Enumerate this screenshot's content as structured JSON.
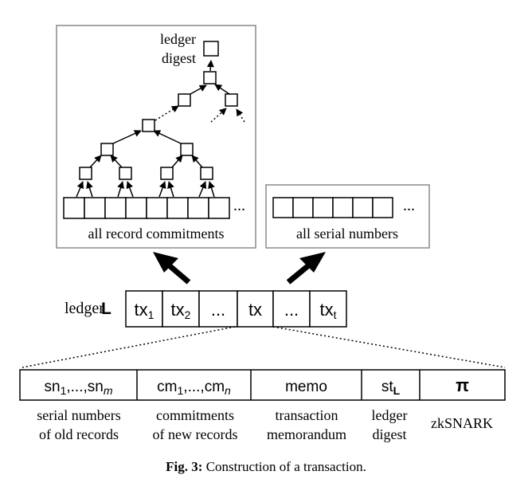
{
  "commitments_panel": {
    "digest_label_line1": "ledger",
    "digest_label_line2": "digest",
    "cells_ellipsis": "...",
    "caption": "all record commitments"
  },
  "serials_panel": {
    "cells_ellipsis": "...",
    "caption": "all serial numbers"
  },
  "ledger": {
    "label": "ledger",
    "symbol": "L",
    "cells": [
      {
        "main": "tx",
        "sub": "1"
      },
      {
        "main": "tx",
        "sub": "2"
      },
      {
        "main": "...",
        "sub": ""
      },
      {
        "main": "tx",
        "sub": ""
      },
      {
        "main": "...",
        "sub": ""
      },
      {
        "main": "tx",
        "sub": "t"
      }
    ]
  },
  "transaction": {
    "fields": [
      {
        "main": "sn",
        "sub1": "1",
        "mid": ",...,sn",
        "sub2": "m",
        "italic_sub2": true
      },
      {
        "main": "cm",
        "sub1": "1",
        "mid": ",...,cm",
        "sub2": "n",
        "italic_sub2": true
      },
      {
        "main": "memo",
        "sub1": "",
        "mid": "",
        "sub2": "",
        "italic_sub2": false
      },
      {
        "main": "st",
        "sub1": "L",
        "mid": "",
        "sub2": "",
        "italic_sub2": false
      },
      {
        "main": "π",
        "sub1": "",
        "mid": "",
        "sub2": "",
        "italic_sub2": false
      }
    ],
    "descriptions": [
      {
        "line1": "serial numbers",
        "line2": "of old records"
      },
      {
        "line1": "commitments",
        "line2": "of new records"
      },
      {
        "line1": "transaction",
        "line2": "memorandum"
      },
      {
        "line1": "ledger",
        "line2": "digest"
      },
      {
        "line1": "zkSNARK",
        "line2": ""
      }
    ]
  },
  "caption": {
    "label": "Fig. 3:",
    "text": " Construction of a transaction."
  }
}
